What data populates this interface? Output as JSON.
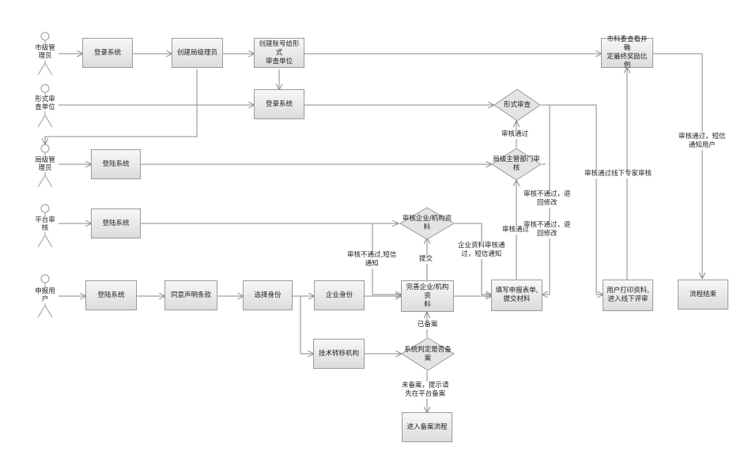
{
  "actors": {
    "city_admin": "市级管\n理员",
    "form_review_unit": "形式审\n查单位",
    "bureau_admin": "局级管\n理员",
    "platform_review": "平台审\n核",
    "applicant": "申报用\n户"
  },
  "nodes": {
    "login_system_1": "登录系统",
    "create_bureau_admin": "创建局级理员",
    "create_account_form_unit": "创建账号给形式\n审查单位",
    "city_committee_review": "市科委查看并确\n定最终奖励比例",
    "login_system_2": "登录系统",
    "bureau_login": "登陆系统",
    "platform_login": "登陆系统",
    "applicant_login": "登陆系统",
    "agree_terms": "同意声明条款",
    "select_identity": "选择身份",
    "enterprise_identity": "企业身份",
    "complete_info": "完善企业/机构资\n料",
    "fill_form": "填写申报表单,\n提交材料",
    "user_print": "用户打印资料,\n进入线下评审",
    "process_end": "流程结束",
    "tech_transfer": "技术转移机构",
    "enter_filing": "进入备案流程"
  },
  "decisions": {
    "form_review": "形式审查",
    "dept_review": "局级主管部门审\n核",
    "review_enterprise": "审核企业/机构资\n料",
    "system_filing_check": "系统判定是否备\n案"
  },
  "edge_labels": {
    "approved_1": "审核通过",
    "approved_offline": "审核通过线下专家审核",
    "approved_sms": "审核通过，短信\n通知用户",
    "rejected_return_1": "审核不通过，退\n回修改",
    "rejected_return_2": "审核不通过，退\n回修改",
    "approved_2": "审核通过",
    "rejected_sms": "审核不通过,短信\n通知",
    "submit": "提交",
    "enterprise_approved_sms": "企业资料审核通\n过，短信通知",
    "filed": "已备案",
    "not_filed": "未备案，提示请\n先在平台备案"
  }
}
